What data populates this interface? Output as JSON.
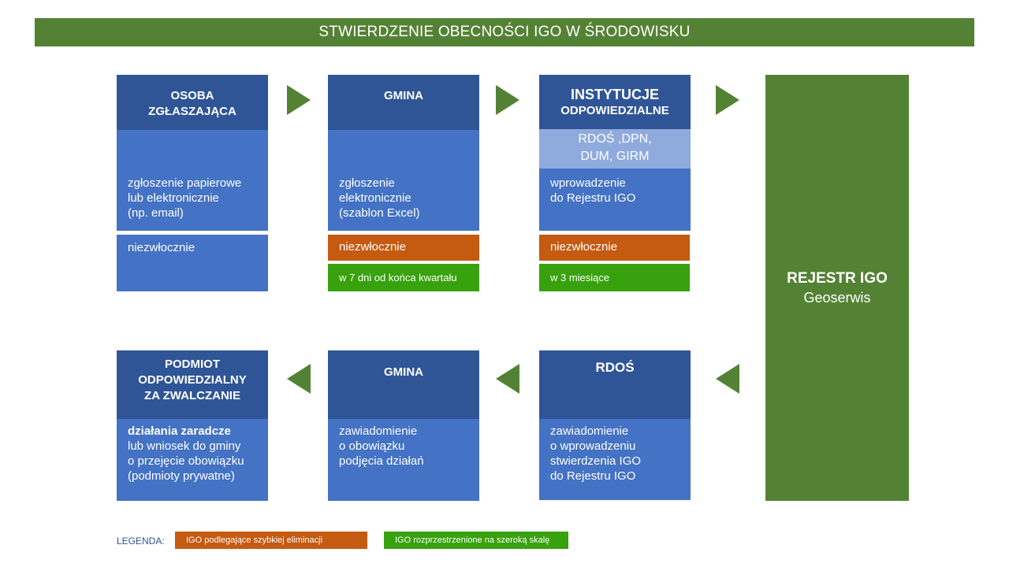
{
  "title": "STWIERDZENIE  OBECNOŚCI  IGO  W  ŚRODOWISKU",
  "top_row": {
    "box1": {
      "head": [
        "OSOBA",
        "ZGŁASZAJĄCA"
      ],
      "body": [
        "zgłoszenie papierowe",
        "lub elektronicznie",
        "(np. email)"
      ],
      "term": "niezwłocznie"
    },
    "box2": {
      "head": "GMINA",
      "body": [
        "zgłoszenie",
        "elektronicznie",
        "(szablon Excel)"
      ],
      "term_orange": "niezwłocznie",
      "term_green": "w 7 dni od końca kwartału"
    },
    "box3": {
      "head_big": "INSTYTUCJE",
      "head_small": "ODPOWIEDZIALNE",
      "sub": [
        "RDOŚ ,DPN,",
        "DUM, GIRM"
      ],
      "body": [
        "wprowadzenie",
        "do Rejestru IGO"
      ],
      "term_orange": "niezwłocznie",
      "term_green": "w 3 miesiące"
    }
  },
  "registry": {
    "line1": "REJESTR IGO",
    "line2": "Geoserwis"
  },
  "bottom_row": {
    "box1": {
      "head": [
        "PODMIOT",
        "ODPOWIEDZIALNY",
        "ZA ZWALCZANIE"
      ],
      "body_bold": "działania zaradcze",
      "body": [
        "lub wniosek do gminy",
        "o przejęcie obowiązku",
        "(podmioty prywatne)"
      ]
    },
    "box2": {
      "head": "GMINA",
      "body": [
        "zawiadomienie",
        "o obowiązku",
        "podjęcia działań"
      ]
    },
    "box3": {
      "head": "RDOŚ",
      "body": [
        "zawiadomienie",
        "o wprowadzeniu",
        "stwierdzenia IGO",
        "do Rejestru IGO"
      ]
    }
  },
  "legend": {
    "label": "LEGENDA:",
    "orange": "IGO podlegające szybkiej eliminacji",
    "green": "IGO rozprzestrzenione na szeroką skalę"
  },
  "colors": {
    "title_green": "#548235",
    "head_dark_blue": "#2F5597",
    "body_blue": "#4472C4",
    "light_blue": "#8FAADC",
    "orange": "#C55A11",
    "green": "#38A10E"
  }
}
